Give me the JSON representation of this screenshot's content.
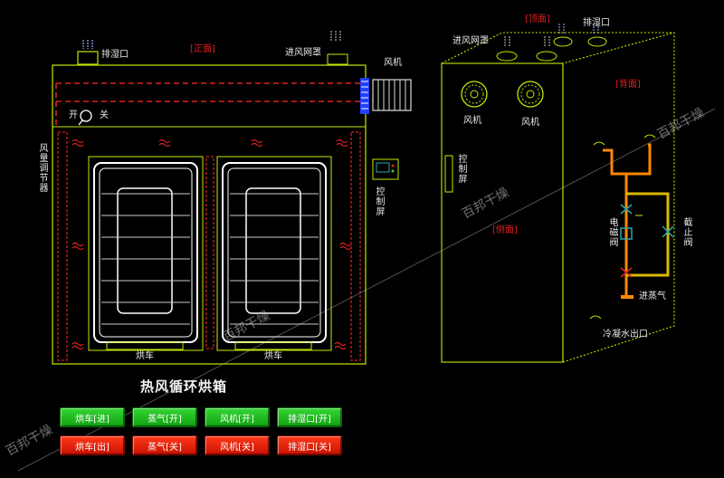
{
  "front_view": {
    "tag": "[正面]",
    "exhaust_port": "排湿口",
    "intake_hood": "进风网罩",
    "fan": "风机",
    "switch_open": "开",
    "switch_close": "关",
    "damper": "风量调节器",
    "control_screen": "控制屏",
    "cart_left": "烘车",
    "cart_right": "烘车"
  },
  "side_view": {
    "top_tag": "[顶面]",
    "exhaust_port": "排湿口",
    "intake_hood": "进风网罩",
    "back_tag": "[背面]",
    "side_tag": "[侧面]",
    "fan1": "风机",
    "fan2": "风机",
    "control_screen": "控制屏",
    "solenoid_valve": "电磁阀",
    "stop_valve": "截止阀",
    "steam_in": "进蒸气",
    "condensate_out": "冷凝水出口"
  },
  "panel": {
    "title": "热风循环烘箱",
    "row1": [
      "烘车[进]",
      "蒸气[开]",
      "风机[开]",
      "排湿口[开]"
    ],
    "row2": [
      "烘车[出]",
      "蒸气[关]",
      "风机[关]",
      "排湿口[关]"
    ]
  },
  "watermarks": [
    "百邦干燥",
    "百邦干燥",
    "百邦干燥",
    "百邦干燥"
  ],
  "colors": {
    "outline": "#c8e600",
    "duct_red": "#e02020",
    "pipe_orange": "#ff8800",
    "valve_cyan": "#2aa6b0",
    "button_green": "#22c022",
    "button_red": "#e82000"
  }
}
